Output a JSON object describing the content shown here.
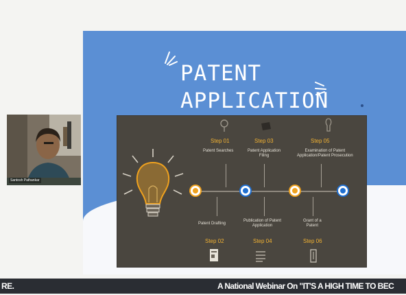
{
  "slide": {
    "title_line1": "PATENT",
    "title_line2": "APPLICATION"
  },
  "timeline": {
    "top_steps": [
      {
        "step": "Step 01",
        "desc1": "Patent Searches",
        "desc2": ""
      },
      {
        "step": "Step 03",
        "desc1": "Patent Application",
        "desc2": "Filing"
      },
      {
        "step": "Step 05",
        "desc1": "Examination of Patent",
        "desc2": "Application/Patent Prosecution"
      }
    ],
    "bottom_steps": [
      {
        "step": "Step 02",
        "desc1": "Patent Drafting",
        "desc2": ""
      },
      {
        "step": "Step 04",
        "desc1": "Publication of Patent",
        "desc2": "Application"
      },
      {
        "step": "Step 06",
        "desc1": "Grant of a",
        "desc2": "Patent"
      }
    ],
    "colors": {
      "orange": "#f0a21e",
      "blue": "#1f6fd1",
      "board": "#4a463f"
    }
  },
  "participant": {
    "name": "Santosh Pathankar"
  },
  "ticker": {
    "left_text": "RE.",
    "right_text": "A National Webinar On \"IT'S A HIGH TIME TO BEC"
  }
}
